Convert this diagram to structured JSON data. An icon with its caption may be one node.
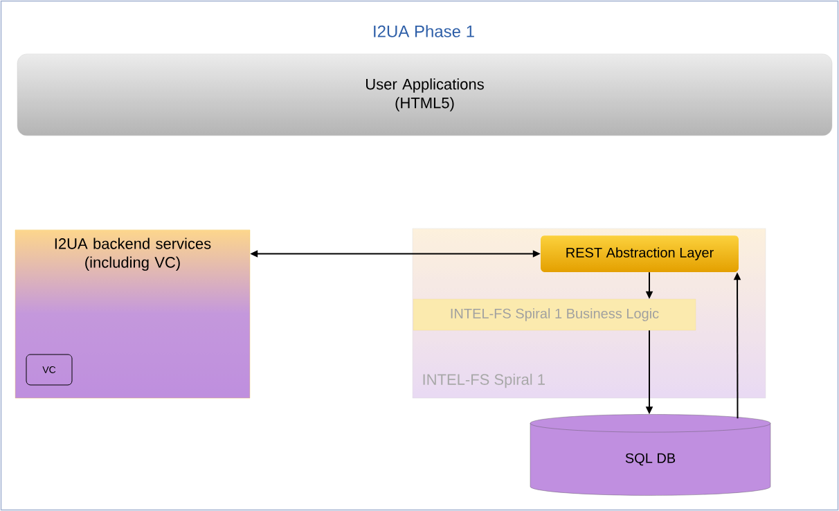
{
  "diagram": {
    "title": "I2UA Phase 1",
    "nodes": [
      {
        "text": [
          "User Applications (HTML5)"
        ]
      },
      {
        "text": [
          "I2UA backend services (including VC)"
        ]
      },
      {
        "text": [
          "VC"
        ],
        "in": 1
      },
      {
        "text": [
          "INTEL-FS Spiral 1"
        ]
      },
      {
        "text": [
          "REST Abstraction Layer"
        ],
        "in": 3
      },
      {
        "text": [
          "INTEL-FS Spiral 1 Business Logic"
        ],
        "in": 3
      },
      {
        "text": [
          "SQL DB"
        ]
      }
    ],
    "edges": [
      {
        "from": 1,
        "to": 4,
        "arrow": "both"
      },
      {
        "from": 4,
        "to": 5,
        "arrow": "to"
      },
      {
        "from": 5,
        "to": 6,
        "arrow": "to"
      },
      {
        "from": 6,
        "to": 4,
        "arrow": "to"
      }
    ]
  }
}
